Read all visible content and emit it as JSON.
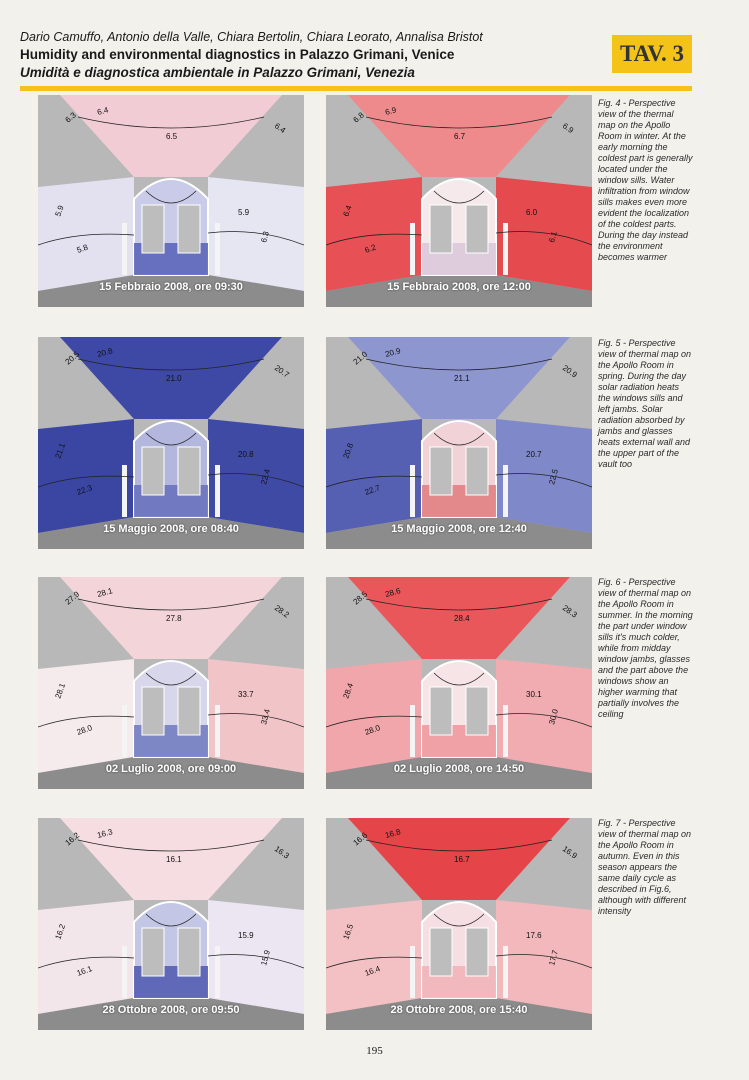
{
  "header": {
    "authors": "Dario Camuffo, Antonio della Valle, Chiara Bertolin, Chiara Leorato, Annalisa Bristot",
    "title_en": "Humidity and environmental diagnostics in Palazzo Grimani, Venice",
    "title_it": "Umidità e diagnostica ambientale in Palazzo Grimani, Venezia",
    "tav": "TAV. 3"
  },
  "colors": {
    "accent": "#f3c318",
    "cold": "#33409a",
    "warm": "#e0383a",
    "floor": "#8c8c8c",
    "frame": "#b8b8b8"
  },
  "figures": [
    {
      "caption": "Fig. 4 - Perspective view of the thermal map on the Apollo Room in winter. At the early morning the coldest part is generally located under the window sills. Water infiltration from window sills makes even more evident the localization of the coldest parts. During the day instead the environment becomes warmer",
      "panels": [
        {
          "label": "15 Febbraio 2008, ore 09:30",
          "palette": {
            "ceiling": "#f2ccd4",
            "left": "#e3e1f0",
            "right": "#e6e5f2",
            "back": "#c9cbe8",
            "low": "#5660b6"
          },
          "values": [
            "6.4",
            "6.3",
            "6.5",
            "6.4",
            "5.9",
            "5.8",
            "6.3",
            "5.9"
          ]
        },
        {
          "label": "15 Febbraio 2008, ore 12:00",
          "palette": {
            "ceiling": "#ee8a8c",
            "left": "#e75054",
            "right": "#e44a4e",
            "back": "#f5e9ec",
            "low": "#d9c7d9"
          },
          "values": [
            "6.9",
            "6.8",
            "6.7",
            "6.9",
            "6.4",
            "6.2",
            "6.1",
            "6.0"
          ]
        }
      ]
    },
    {
      "caption": "Fig. 5 - Perspective view of thermal map on the Apollo Room in spring. During the day solar radiation heats the windows sills and left jambs. Solar radiation absorbed by jambs and glasses heats external wall and the upper part of the vault too",
      "panels": [
        {
          "label": "15 Maggio 2008, ore 08:40",
          "palette": {
            "ceiling": "#3d49a4",
            "left": "#3a46a2",
            "right": "#3f4aa5",
            "back": "#b3b7dd",
            "low": "#6570bb"
          },
          "values": [
            "20.8",
            "20.5",
            "21.0",
            "20.7",
            "21.1",
            "22.3",
            "22.4",
            "20.8"
          ]
        },
        {
          "label": "15 Maggio 2008, ore 12:40",
          "palette": {
            "ceiling": "#8e96cf",
            "left": "#5560b3",
            "right": "#7f88c9",
            "back": "#f1d3d7",
            "low": "#e07a7e"
          },
          "values": [
            "20.9",
            "21.0",
            "21.1",
            "20.9",
            "20.8",
            "22.7",
            "22.5",
            "20.7"
          ]
        }
      ]
    },
    {
      "caption": "Fig. 6 - Perspective view of thermal map on the Apollo Room in summer. In the morning the part under window sills it's much colder, while from midday window jambs, glasses and the part above the windows show an higher warming that partially involves the ceiling",
      "panels": [
        {
          "label": "02 Luglio 2008, ore 09:00",
          "palette": {
            "ceiling": "#f3d4d9",
            "left": "#f5eaec",
            "right": "#f1c4c8",
            "back": "#d8d6ea",
            "low": "#6f79c0"
          },
          "values": [
            "28.1",
            "27.9",
            "27.8",
            "28.2",
            "28.1",
            "28.0",
            "33.4",
            "33.7"
          ]
        },
        {
          "label": "02 Luglio 2008, ore 14:50",
          "palette": {
            "ceiling": "#e9575b",
            "left": "#f0a6aa",
            "right": "#f0acb0",
            "back": "#f6e4e6",
            "low": "#ef9599"
          },
          "values": [
            "28.6",
            "28.5",
            "28.4",
            "28.3",
            "28.4",
            "28.0",
            "30.0",
            "30.1"
          ]
        }
      ]
    },
    {
      "caption": "Fig. 7 - Perspective view of thermal map on the Apollo Room in autumn. Even in this season appears the same daily cycle as described in Fig.6, although with different intensity",
      "panels": [
        {
          "label": "28 Ottobre 2008, ore 09:50",
          "palette": {
            "ceiling": "#f6dde1",
            "left": "#f3e6ea",
            "right": "#ebe6f2",
            "back": "#c4c6e5",
            "low": "#4d58b0"
          },
          "values": [
            "16.3",
            "16.2",
            "16.1",
            "16.3",
            "16.2",
            "16.1",
            "15.9",
            "15.9"
          ]
        },
        {
          "label": "28 Ottobre 2008, ore 15:40",
          "palette": {
            "ceiling": "#e54448",
            "left": "#f3c0c4",
            "right": "#f2b8bc",
            "back": "#f6dfe3",
            "low": "#f0b3b7"
          },
          "values": [
            "16.8",
            "16.6",
            "16.7",
            "16.9",
            "16.5",
            "16.4",
            "17.7",
            "17.6"
          ]
        }
      ]
    }
  ],
  "page_number": "195"
}
